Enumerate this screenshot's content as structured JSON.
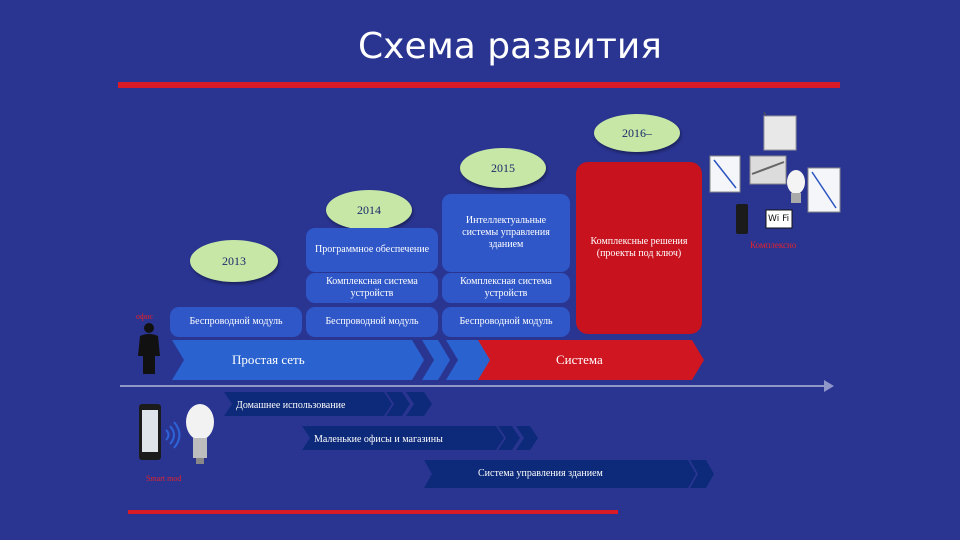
{
  "title": "Схема развития",
  "years": {
    "y2013": "2013",
    "y2014": "2014",
    "y2015": "2015",
    "y2016": "2016–"
  },
  "blocks": {
    "wireless_module_1": "Беспроводной модуль",
    "wireless_module_2": "Беспроводной модуль",
    "wireless_module_3": "Беспроводной модуль",
    "software": "Программное обеспечение",
    "complex_system_1": "Комплексная система устройств",
    "complex_system_2": "Комплексная система устройств",
    "intelligent_systems": "Интеллектуальные системы управления зданием",
    "complex_solutions": "Комплексные решения (проекты под ключ)"
  },
  "arrows": {
    "simple_network": "Простая сеть",
    "system": "Система"
  },
  "segments": {
    "home": "Домашнее использование",
    "offices": "Маленькие офисы и магазины",
    "bms": "Система управления зданием"
  },
  "labels": {
    "office_tiny": "офис",
    "wifi": "Wi Fi",
    "red_right": "Комплексно",
    "red_bottom_left": "Smart mod"
  },
  "colors": {
    "background": "#2a3592",
    "accent_red": "#d81b26",
    "oval_green": "#c6e7a6",
    "box_blue": "#2f57c8",
    "panel_red": "#c8121e",
    "arrow_blue": "#2a63cf",
    "arrow_red": "#d01621",
    "band_navy": "#0d2a7a"
  }
}
